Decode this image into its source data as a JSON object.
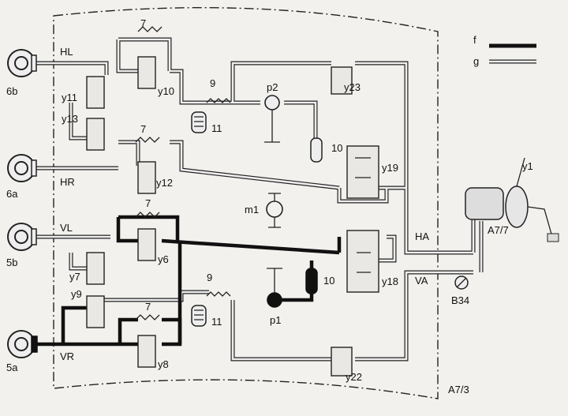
{
  "diagram": {
    "wheels": [
      {
        "id": "6b",
        "line": "HL"
      },
      {
        "id": "6a",
        "line": "HR"
      },
      {
        "id": "5b",
        "line": "VL"
      },
      {
        "id": "5a",
        "line": "VR"
      }
    ],
    "valves": [
      "y10",
      "y11",
      "y13",
      "y12",
      "y6",
      "y7",
      "y9",
      "y8",
      "y23",
      "y19",
      "y18",
      "y22",
      "y1"
    ],
    "check_valves": [
      "7",
      "7",
      "7",
      "7"
    ],
    "restrictors": [
      "9",
      "9"
    ],
    "accumulators": [
      "11",
      "11"
    ],
    "dampers": [
      "10",
      "10"
    ],
    "pumps": [
      "p1",
      "p2"
    ],
    "motor": "m1",
    "circuits": [
      "HA",
      "VA"
    ],
    "sensor": "B34",
    "units": [
      "A7/7",
      "A7/3"
    ],
    "legend": [
      {
        "key": "f",
        "style": "solid-thick"
      },
      {
        "key": "g",
        "style": "double-line"
      }
    ]
  }
}
